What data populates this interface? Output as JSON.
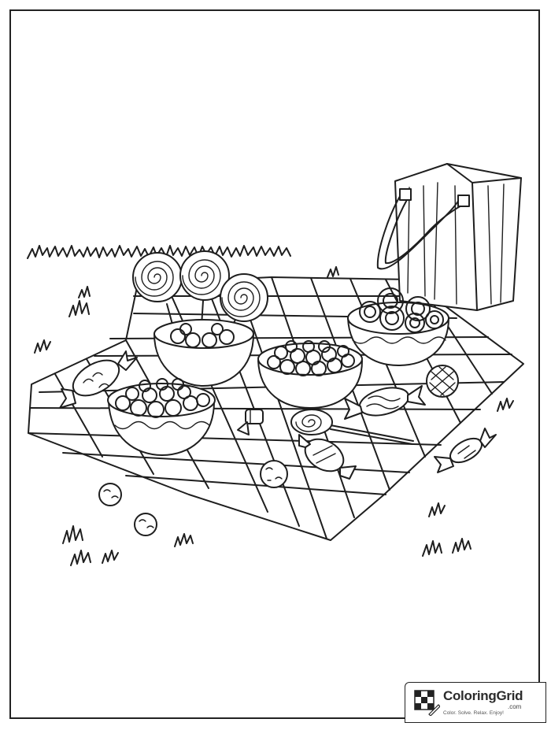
{
  "page": {
    "title": "Candy picnic coloring page",
    "line_color": "#1e1e1e",
    "background": "#ffffff"
  },
  "brand": {
    "name": "ColoringGrid",
    "domain": ".com",
    "tagline": "Color. Solve. Relax. Enjoy!",
    "icon": "checker-crayon-icon"
  }
}
